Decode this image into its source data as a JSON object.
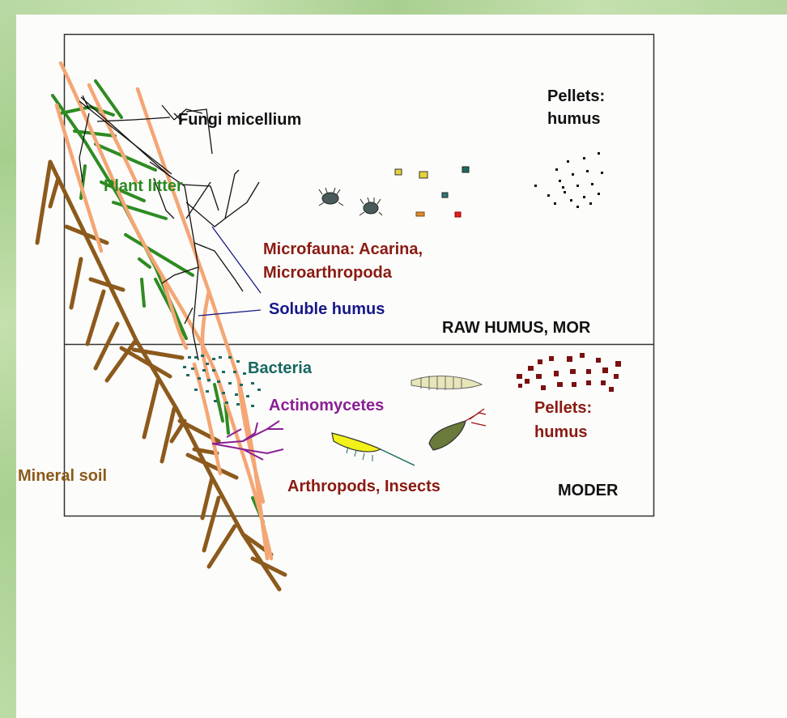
{
  "layers": {
    "upper": {
      "label": "RAW HUMUS, MOR"
    },
    "lower": {
      "label": "MODER"
    }
  },
  "labels": {
    "fungi": "Fungi micellium",
    "plant_litter": "Plant litter",
    "pellets_upper_line1": "Pellets:",
    "pellets_upper_line2": "humus",
    "microfauna_line1": "Microfauna: Acarina,",
    "microfauna_line2": "Microarthropoda",
    "soluble_humus": "Soluble humus",
    "bacteria": "Bacteria",
    "actinomycetes": "Actinomycetes",
    "pellets_lower_line1": "Pellets:",
    "pellets_lower_line2": "humus",
    "arthropods": "Arthropods, Insects",
    "mineral_soil": "Mineral soil"
  },
  "colors": {
    "page_background": "#fcfcfa",
    "root_orange": "#f4a674",
    "litter_green": "#2e8b22",
    "mineral_brown": "#8c5a1c",
    "fungi_black": "#111111",
    "pellets_dark_red": "#7a1010",
    "bacteria_teal": "#1e6a62",
    "actinomycetes_purple": "#8a1f94",
    "soluble_humus_navy": "#1a1a8a",
    "border": "#333333"
  }
}
